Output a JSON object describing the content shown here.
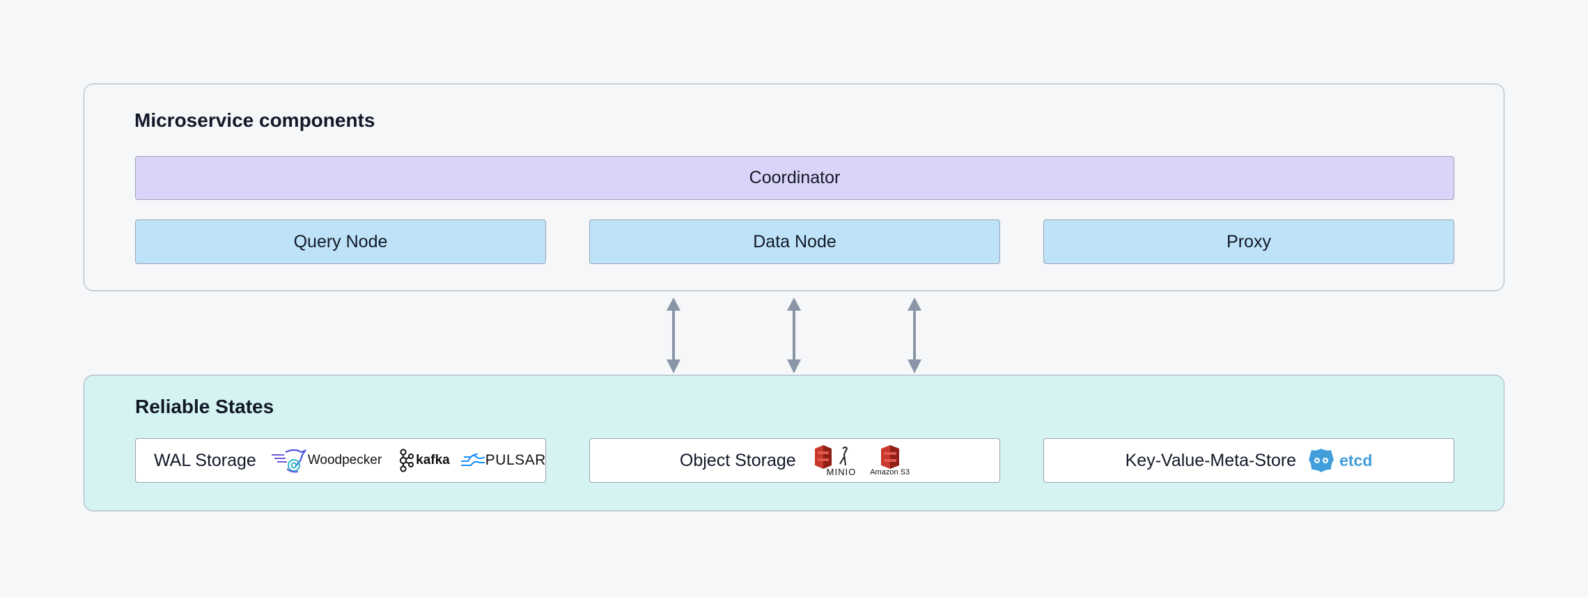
{
  "microservice": {
    "title": "Microservice components",
    "coordinator": "Coordinator",
    "nodes": [
      "Query Node",
      "Data Node",
      "Proxy"
    ]
  },
  "reliable": {
    "title": "Reliable States",
    "wal": {
      "label": "WAL Storage",
      "logos": [
        "Woodpecker",
        "kafka",
        "PULSAR"
      ]
    },
    "object": {
      "label": "Object Storage",
      "logos": [
        "MINIO",
        "Amazon S3"
      ]
    },
    "kv": {
      "label": "Key-Value-Meta-Store",
      "logos": [
        "etcd"
      ]
    }
  },
  "icons": [
    "woodpecker-bird-icon",
    "kafka-icon",
    "pulsar-wave-icon",
    "minio-icon",
    "amazon-s3-icon",
    "etcd-icon"
  ],
  "colors": {
    "coordinator": "#dcd4f8",
    "node": "#bee3f8",
    "reliable_bg": "#d5f3f2",
    "arrow": "#8a96a8",
    "etcd": "#419eda",
    "s3": "#c7392c"
  }
}
